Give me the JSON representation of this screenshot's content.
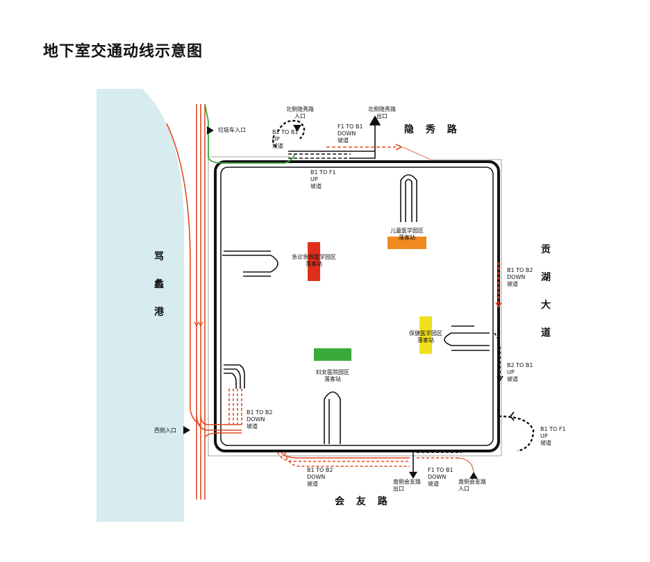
{
  "title": "地下室交通动线示意图",
  "roads": {
    "north": "隐 秀 路",
    "south": "会 友 路",
    "east": [
      "贡",
      "湖",
      "大",
      "道"
    ],
    "west": [
      "骂",
      "蠡",
      "港"
    ]
  },
  "labels": {
    "garbage_entrance": "垃圾车入口",
    "north_entrance": "北侧隐秀路\n入口",
    "north_exit": "北侧隐秀路\n出口",
    "b2_to_b1_north": "B2 TO B1\nUP\n坡道",
    "f1_to_b1_north": "F1 TO B1\nDOWN\n坡道",
    "b1_to_f1_north": "B1 TO F1\nUP\n坡道",
    "b1_to_b2_east": "B1 TO B2\nDOWN\n坡道",
    "b2_to_b1_east": "B2 TO B1\nUP\n坡道",
    "b1_to_f1_east": "B1 TO F1\nUP\n坡道",
    "b1_to_b2_west": "B1 TO B2\nDOWN\n坡道",
    "b1_to_b2_south": "B1 TO B2\nDOWN\n坡道",
    "south_exit": "南侧会友路\n出口",
    "f1_to_b1_south": "F1 TO B1\nDOWN\n坡道",
    "south_entrance": "南侧会友路\n入口",
    "west_entrance": "西侧入口"
  },
  "stations": {
    "children": "儿童医学园区\n落客站",
    "emergency": "急诊急救医学园区\n落客站",
    "healthcare": "保健医学园区\n落客站",
    "women": "妇女医院园区\n落客站"
  },
  "colors": {
    "water": "#d6ecef",
    "red_route": "#e04a1f",
    "green_route": "#3aa63a",
    "black_route": "#111111",
    "station_children": "#ef8a1f",
    "station_emergency": "#e0301c",
    "station_healthcare": "#f0e020",
    "station_women": "#3aaa3a"
  }
}
